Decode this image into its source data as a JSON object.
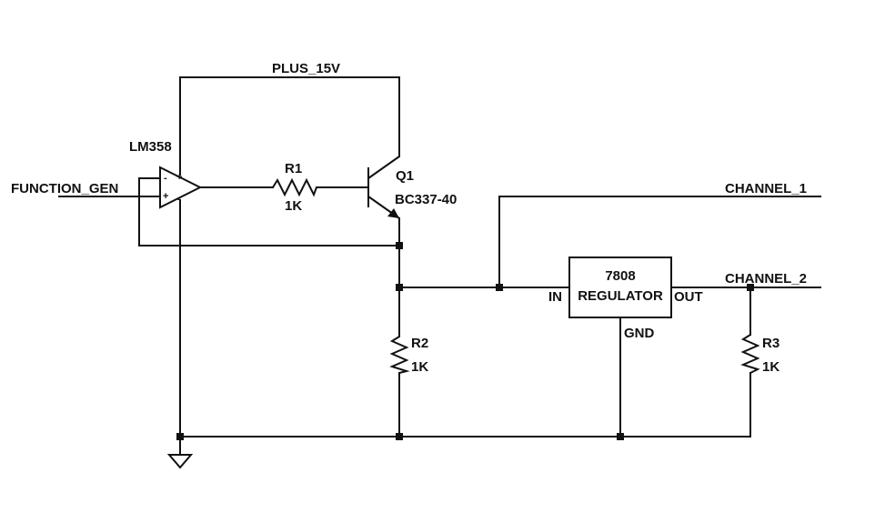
{
  "nets": {
    "supply": "PLUS_15V",
    "input": "FUNCTION_GEN",
    "out1": "CHANNEL_1",
    "out2": "CHANNEL_2"
  },
  "components": {
    "opamp": {
      "part": "LM358",
      "plus_pin": "+",
      "minus_pin": "-"
    },
    "r1": {
      "ref": "R1",
      "value": "1K"
    },
    "q1": {
      "ref": "Q1",
      "part": "BC337-40"
    },
    "r2": {
      "ref": "R2",
      "value": "1K"
    },
    "r3": {
      "ref": "R3",
      "value": "1K"
    },
    "regulator": {
      "part": "7808",
      "name": "REGULATOR",
      "pin_in": "IN",
      "pin_out": "OUT",
      "pin_gnd": "GND"
    }
  }
}
